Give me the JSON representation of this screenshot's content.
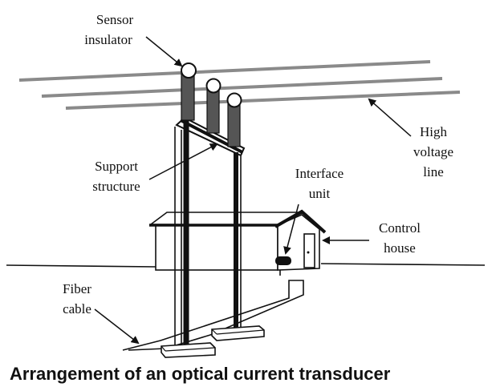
{
  "caption": "Arrangement of an optical current transducer",
  "labels": {
    "sensor_insulator": [
      "Sensor",
      "insulator"
    ],
    "high_voltage_line": [
      "High",
      "voltage",
      "line"
    ],
    "support_structure": [
      "Support",
      "structure"
    ],
    "interface_unit": [
      "Interface",
      "unit"
    ],
    "control_house": [
      "Control",
      "house"
    ],
    "fiber_cable": [
      "Fiber",
      "cable"
    ]
  },
  "colors": {
    "line": "#111111",
    "wire": "#8a8a8a",
    "insulator": "#555555",
    "background": "#ffffff"
  }
}
